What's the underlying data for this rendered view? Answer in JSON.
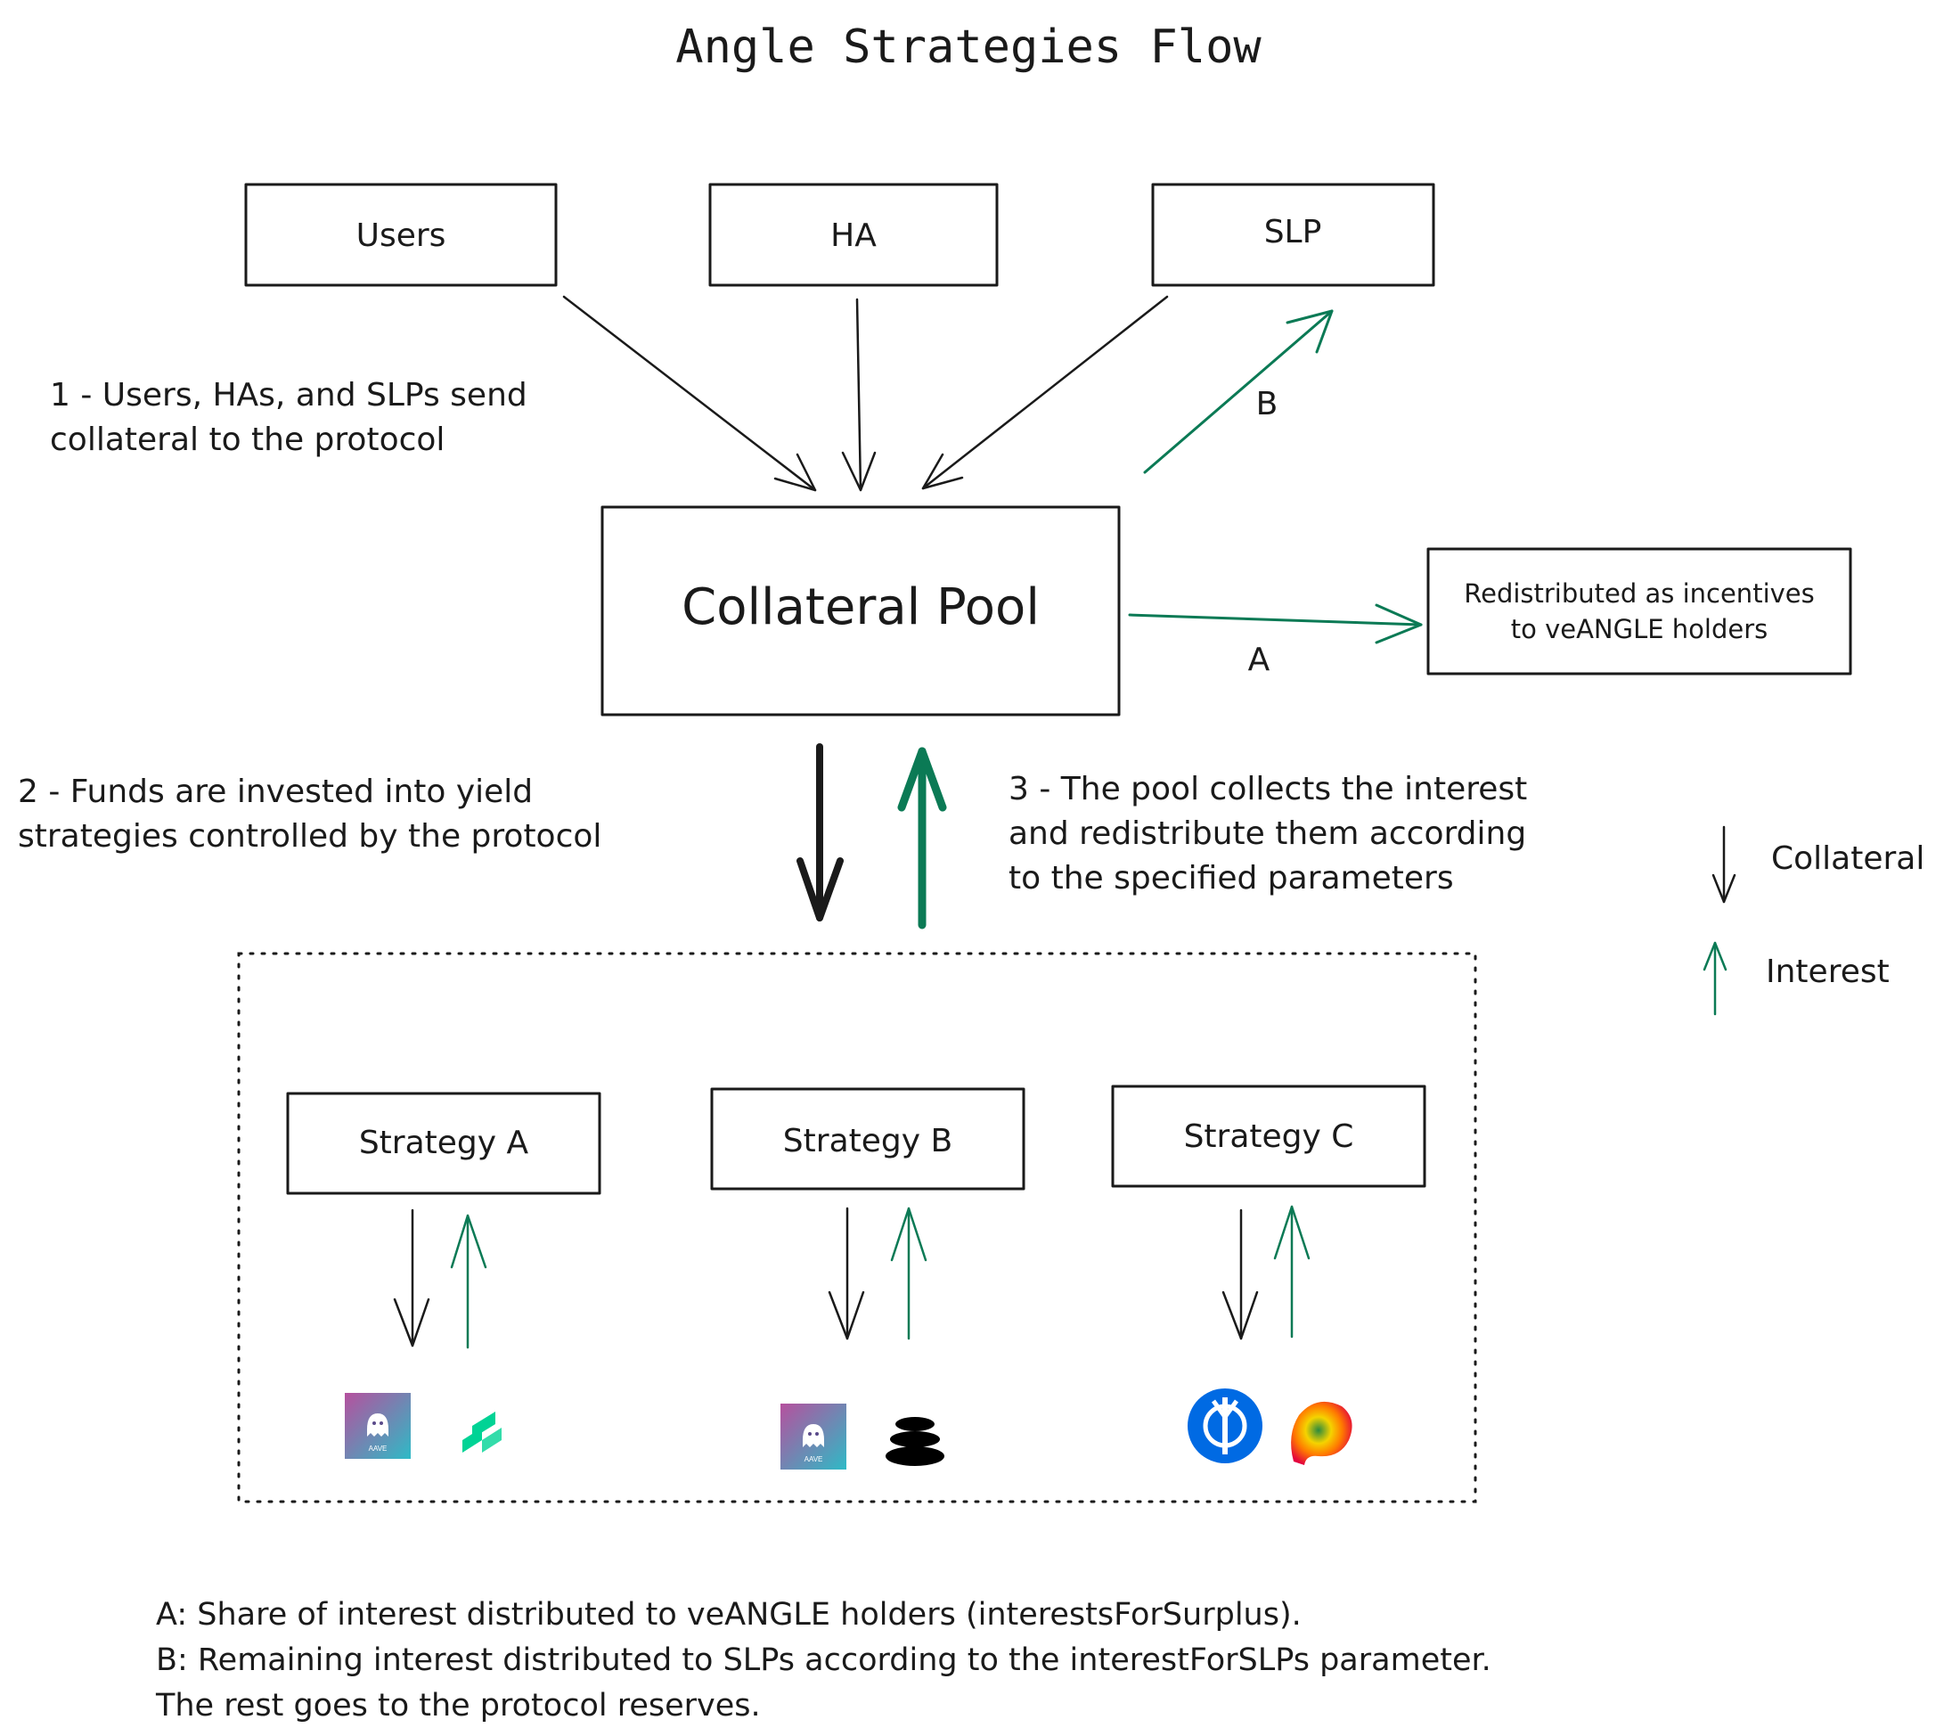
{
  "title": "Angle Strategies Flow",
  "nodes": {
    "users": "Users",
    "ha": "HA",
    "slp": "SLP",
    "pool": "Collateral Pool",
    "incentives_line1": "Redistributed as incentives",
    "incentives_line2": "to veANGLE holders",
    "strategy_a": "Strategy A",
    "strategy_b": "Strategy B",
    "strategy_c": "Strategy C"
  },
  "edge_labels": {
    "a": "A",
    "b": "B"
  },
  "steps": {
    "step1_line1": "1 - Users, HAs, and SLPs send",
    "step1_line2": "collateral to the protocol",
    "step2_line1": "2 - Funds are invested into yield",
    "step2_line2": "strategies controlled by the protocol",
    "step3_line1": "3 - The pool collects the interest",
    "step3_line2": "and redistribute them according",
    "step3_line3": "to the specified parameters"
  },
  "legend": {
    "collateral": "Collateral",
    "interest": "Interest"
  },
  "footnotes": {
    "line1": "A: Share of interest distributed to veANGLE holders (interestsForSurplus).",
    "line2": "B: Remaining interest distributed to SLPs according to the interestForSLPs parameter.",
    "line3": "The rest goes to the protocol reserves."
  },
  "logos": {
    "aave_caption": "AAVE",
    "icons": [
      "aave-logo",
      "compound-logo",
      "aave-logo",
      "balancer-logo",
      "yearn-logo",
      "curve-logo"
    ]
  },
  "colors": {
    "collateral": "#1a1a1a",
    "interest": "#0b7a55"
  }
}
